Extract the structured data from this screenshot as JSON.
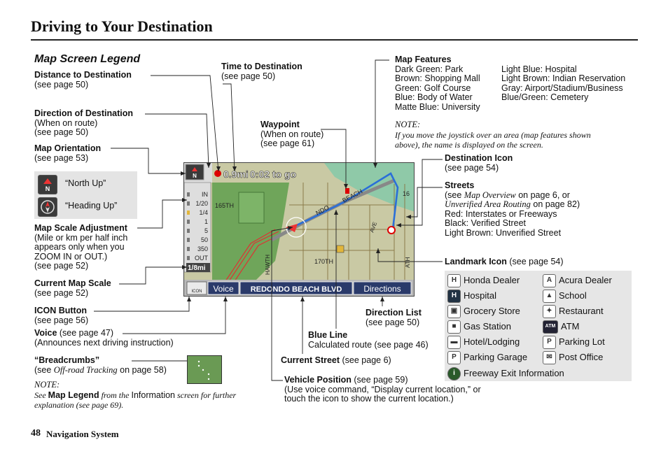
{
  "page": {
    "title": "Driving to Your Destination",
    "legend_heading": "Map Screen Legend",
    "footer_page": "48",
    "footer_section": "Navigation System"
  },
  "callouts": {
    "distance_dest": {
      "title": "Distance to Destination",
      "lines": [
        "(see page 50)"
      ]
    },
    "time_dest": {
      "title": "Time to Destination",
      "lines": [
        "(see page 50)"
      ]
    },
    "direction_dest": {
      "title": "Direction of Destination",
      "lines": [
        "(When on route)",
        "(see page 50)"
      ]
    },
    "waypoint": {
      "title": "Waypoint",
      "lines": [
        "(When on route)",
        "(see page 61)"
      ]
    },
    "map_orientation": {
      "title": "Map Orientation",
      "lines": [
        "(see page 53)"
      ]
    },
    "map_scale_adj": {
      "title": "Map Scale Adjustment",
      "lines": [
        "(Mile or km per half inch",
        "appears only when you",
        "ZOOM IN or OUT.)",
        "(see page 52)"
      ]
    },
    "current_scale": {
      "title": "Current Map Scale",
      "lines": [
        "(see page 52)"
      ]
    },
    "icon_button": {
      "title": "ICON Button",
      "lines": [
        "(see page 56)"
      ]
    },
    "voice": {
      "title": "Voice",
      "suffix": " (see page 47)",
      "lines": [
        "(Announces next driving instruction)"
      ]
    },
    "breadcrumbs": {
      "title": "“Breadcrumbs”",
      "pre": "(see ",
      "ital": "Off-road Tracking",
      "post": " on page 58)"
    },
    "destination_icon": {
      "title": "Destination Icon",
      "lines": [
        "(see page 54)"
      ]
    },
    "streets": {
      "title": "Streets",
      "l1_pre": "(see ",
      "l1_ital": "Map Overview",
      "l1_post": " on page 6, or",
      "l2_ital": "Unverified Area Routing",
      "l2_post": " on page 82)",
      "lines": [
        "Red: Interstates or Freeways",
        "Black: Verified Street",
        "Light Brown: Unverified Street"
      ]
    },
    "landmark_icon": {
      "title": "Landmark Icon",
      "suffix": " (see page 54)"
    },
    "direction_list": {
      "title": "Direction List",
      "lines": [
        "(see page 50)"
      ]
    },
    "blue_line": {
      "title": "Blue Line",
      "lines": [
        "Calculated route (see page 46)"
      ]
    },
    "current_street": {
      "title": "Current Street",
      "suffix": " (see page 6)"
    },
    "vehicle_position": {
      "title": "Vehicle Position",
      "suffix": " (see page 59)",
      "lines": [
        "(Use voice command, “Display current location,” or",
        "touch the icon to show the current location.)"
      ]
    }
  },
  "orientation": {
    "north_up": "“North Up”",
    "heading_up": "“Heading Up”"
  },
  "map_features": {
    "title": "Map Features",
    "col1": [
      "Dark Green: Park",
      "Brown: Shopping Mall",
      "Green: Golf Course",
      "Blue: Body of Water",
      "Matte Blue: University"
    ],
    "col2": [
      "Light Blue: Hospital",
      "Light Brown: Indian Reservation",
      "Gray: Airport/Stadium/Business",
      "Blue/Green: Cemetery"
    ]
  },
  "note_right": {
    "head": "NOTE:",
    "lines": [
      "If you move the joystick over an area (map features shown",
      "above), the name is displayed on the screen."
    ]
  },
  "note_left": {
    "head": "NOTE:",
    "l1_pre": "See ",
    "l1_bold": "Map Legend",
    "l1_ital": " from the ",
    "l1_plain": "Information",
    "l1_ital2": " screen for further",
    "l2": "explanation (see page 69)."
  },
  "landmarks": [
    {
      "label": "Honda Dealer",
      "icon": "honda-icon"
    },
    {
      "label": "Acura Dealer",
      "icon": "acura-icon"
    },
    {
      "label": "Hospital",
      "icon": "hospital-icon"
    },
    {
      "label": "School",
      "icon": "school-icon"
    },
    {
      "label": "Grocery Store",
      "icon": "grocery-icon"
    },
    {
      "label": "Restaurant",
      "icon": "restaurant-icon"
    },
    {
      "label": "Gas Station",
      "icon": "gas-station-icon"
    },
    {
      "label": "ATM",
      "icon": "atm-icon",
      "glyph": "ATM"
    },
    {
      "label": "Hotel/Lodging",
      "icon": "hotel-icon"
    },
    {
      "label": "Parking Lot",
      "icon": "parking-icon",
      "glyph": "P"
    },
    {
      "label": "Parking Garage",
      "icon": "parking-garage-icon",
      "glyph": "P"
    },
    {
      "label": "Post Office",
      "icon": "post-office-icon"
    },
    {
      "label": "Freeway Exit Information",
      "icon": "info-icon",
      "glyph": "i"
    }
  ],
  "map_screen": {
    "distance": "0.9mi",
    "time": "0:02 to go",
    "scale_labels": [
      "IN",
      "1/20",
      "1/4",
      "1",
      "5",
      "50",
      "350",
      "OUT"
    ],
    "current_scale": "1/8mi",
    "voice_button": "Voice",
    "street_name": "REDONDO BEACH BLVD",
    "directions_button": "Directions",
    "icon_label": "ICON",
    "street_labels": {
      "s165": "165TH",
      "s170": "170TH",
      "s16": "16",
      "ave": "AVE",
      "hawth": "HAWTH",
      "beach": "BEACH",
      "ndo": "NDO",
      "ath": "ATH"
    }
  }
}
